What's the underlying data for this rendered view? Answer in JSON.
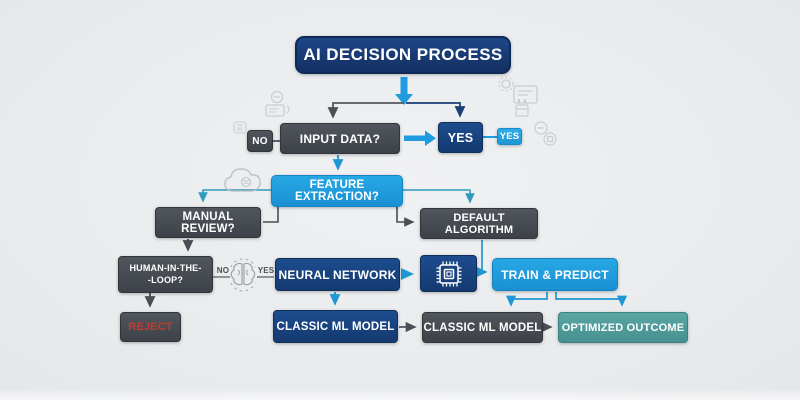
{
  "diagram": {
    "title": "AI DECISION PROCESS",
    "nodes": {
      "no_badge": "NO",
      "input_data": "INPUT DATA?",
      "yes_primary": "YES",
      "yes_secondary": "YES",
      "feature_extraction": "FEATURE EXTRACTION?",
      "manual_review": "MANUAL REVIEW?",
      "default_algorithm": "DEFAULT ALGORITHM",
      "human_in_the_loop_line1": "HUMAN-IN-THE-",
      "human_in_the_loop_line2": "-LOOP?",
      "neural_network": "NEURAL NETWORK",
      "train_and_predict": "TRAIN & PREDICT",
      "reject": "REJECT",
      "classic_ml_model_left": "CLASSIC ML MODEL",
      "classic_ml_model_right": "CLASSIC ML MODEL",
      "optimized_outcome": "OPTIMIZED OUTCOME"
    },
    "edge_labels": {
      "no": "NO",
      "yes": "YES"
    },
    "icons": {
      "cpu_chip": "cpu-chip-icon",
      "brain": "brain-icon",
      "cloud_ai": "cloud-ai-icon"
    },
    "colors": {
      "background": "#e9ebed",
      "dark_node": "#43484e",
      "navy_node": "#17467e",
      "bright_blue_node": "#1f9fdf",
      "teal_node": "#4c9897",
      "reject_text": "#c23b2e",
      "arrow_blue": "#1f97d4",
      "arrow_teal": "#2f9cbe",
      "arrow_dark": "#4a4f55",
      "arrow_navy": "#1b3f77"
    }
  }
}
